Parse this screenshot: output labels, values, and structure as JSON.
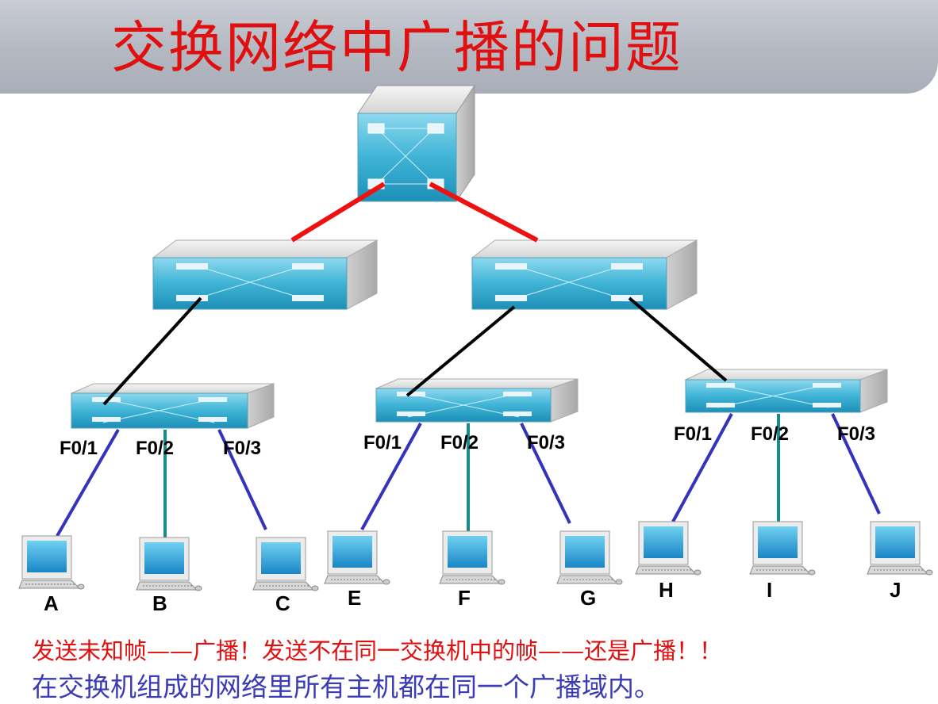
{
  "slide": {
    "title": "交换网络中广播的问题",
    "note_red": "发送未知帧——广播！发送不在同一交换机中的帧——还是广播！！",
    "note_blue": "在交换机组成的网络里所有主机都在同一个广播域内。"
  },
  "ports": {
    "left": [
      "F0/1",
      "F0/2",
      "F0/3"
    ],
    "middle": [
      "F0/1",
      "F0/2",
      "F0/3"
    ],
    "right": [
      "F0/1",
      "F0/2",
      "F0/3"
    ]
  },
  "hosts": [
    "A",
    "B",
    "C",
    "E",
    "F",
    "G",
    "H",
    "I",
    "J"
  ],
  "colors": {
    "title_red": "#e01010",
    "core_link": "#ee1111",
    "uplink": "#000000",
    "access_link": "#3333bb",
    "access_link_mid": "#1b8a8a",
    "switch_face": "#3fb4d6",
    "note_blue": "#3b3bb6"
  }
}
